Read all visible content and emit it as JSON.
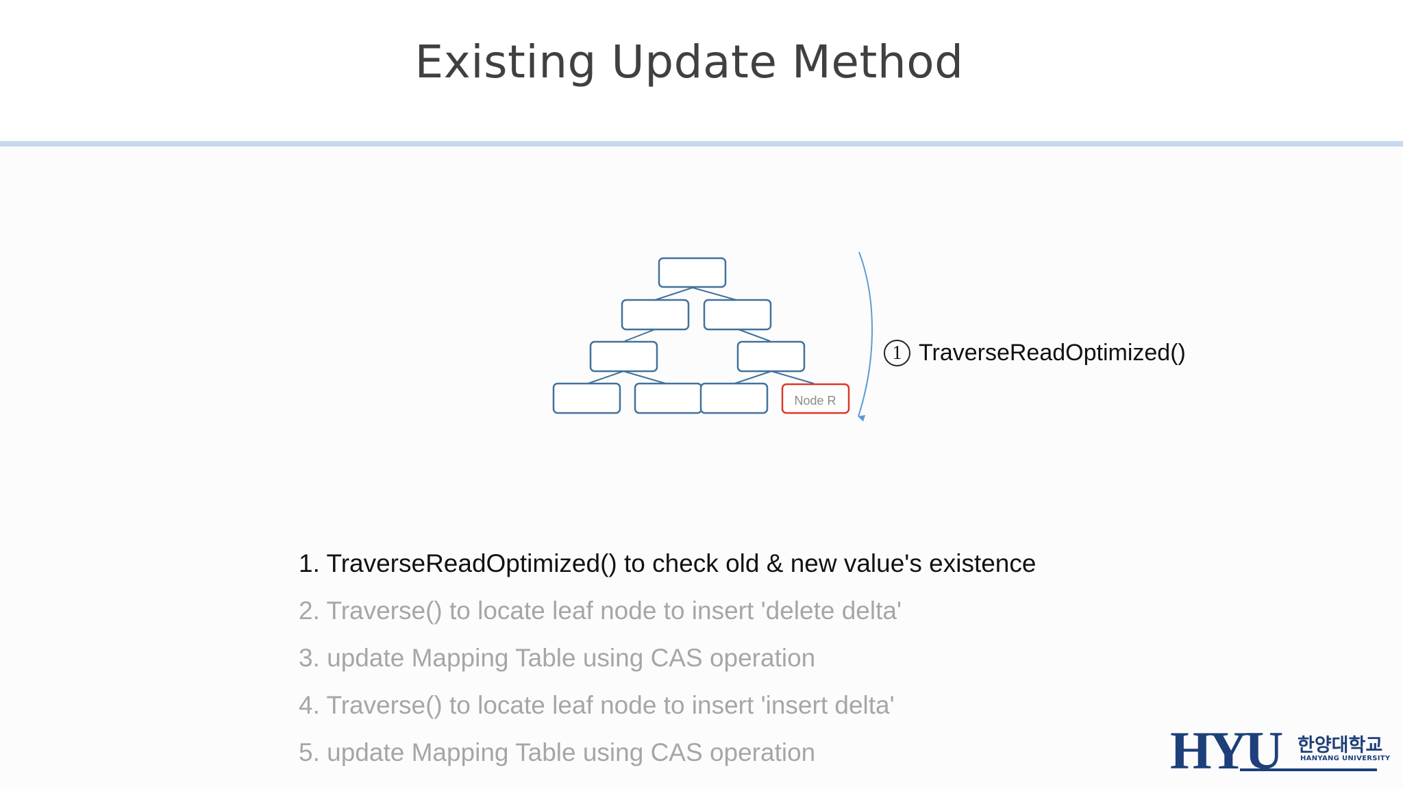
{
  "slide": {
    "title": "Existing Update Method"
  },
  "diagram": {
    "highlight_node_label": "Node R",
    "step_number": "1",
    "step_label": "TraverseReadOptimized()",
    "node_border_color": "#41719c",
    "highlight_color": "#e0352b",
    "arrow_color": "#5b9bd5"
  },
  "steps": [
    {
      "text": "1. TraverseReadOptimized() to check old & new value's existence",
      "state": "active"
    },
    {
      "text": "2. Traverse() to locate leaf node to insert 'delete delta'",
      "state": "dim"
    },
    {
      "text": "3. update Mapping Table using CAS operation",
      "state": "dim"
    },
    {
      "text": "4. Traverse() to locate leaf node to insert 'insert delta'",
      "state": "dim"
    },
    {
      "text": "5. update Mapping Table using CAS operation",
      "state": "dim"
    }
  ],
  "logo": {
    "mark": "HYU",
    "korean": "한양대학교",
    "english": "HANYANG UNIVERSITY"
  }
}
